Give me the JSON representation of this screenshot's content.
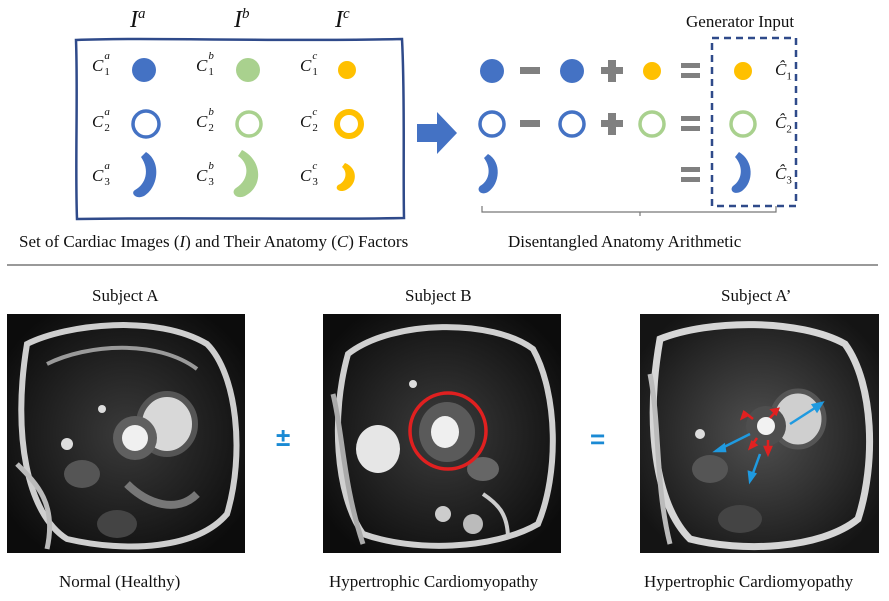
{
  "top_left": {
    "columns": [
      {
        "sym": "I",
        "sup": "a"
      },
      {
        "sym": "I",
        "sup": "b"
      },
      {
        "sym": "I",
        "sup": "c"
      }
    ],
    "rows": [
      [
        {
          "sub": "1",
          "sup": "a"
        },
        {
          "sub": "1",
          "sup": "b"
        },
        {
          "sub": "1",
          "sup": "c"
        }
      ],
      [
        {
          "sub": "2",
          "sup": "a"
        },
        {
          "sub": "2",
          "sup": "b"
        },
        {
          "sub": "2",
          "sup": "c"
        }
      ],
      [
        {
          "sub": "3",
          "sup": "a"
        },
        {
          "sub": "3",
          "sup": "b"
        },
        {
          "sub": "3",
          "sup": "c"
        }
      ]
    ],
    "factor_symbol": "C",
    "caption_pre": "Set of Cardiac Images (",
    "caption_i": "I",
    "caption_mid": ") and Their Anatomy (",
    "caption_c": "C",
    "caption_post": ") Factors"
  },
  "top_right": {
    "generator_label": "Generator Input",
    "hat_labels": [
      {
        "sym": "Ĉ",
        "sub": "1"
      },
      {
        "sym": "Ĉ",
        "sub": "2"
      },
      {
        "sym": "Ĉ",
        "sub": "3"
      }
    ],
    "caption": "Disentangled Anatomy Arithmetic",
    "ops": {
      "minus": "−",
      "plus": "+",
      "equals": "="
    }
  },
  "bottom": {
    "titles": [
      "Subject A",
      "Subject B",
      "Subject A’"
    ],
    "captions": [
      "Normal (Healthy)",
      "Hypertrophic Cardiomyopathy",
      "Hypertrophic Cardiomyopathy"
    ],
    "op1": "±",
    "op2": "="
  },
  "colors": {
    "blue": "#4472c4",
    "green": "#a9d18e",
    "yellow": "#ffc000",
    "box_border": "#2f4a8a",
    "dashed_border": "#2f4a8a",
    "operator_gray": "#808080",
    "arrow_blue": "#4472c4",
    "annot_red": "#e02020",
    "annot_blue": "#1f9ae0",
    "divider": "#999999"
  }
}
